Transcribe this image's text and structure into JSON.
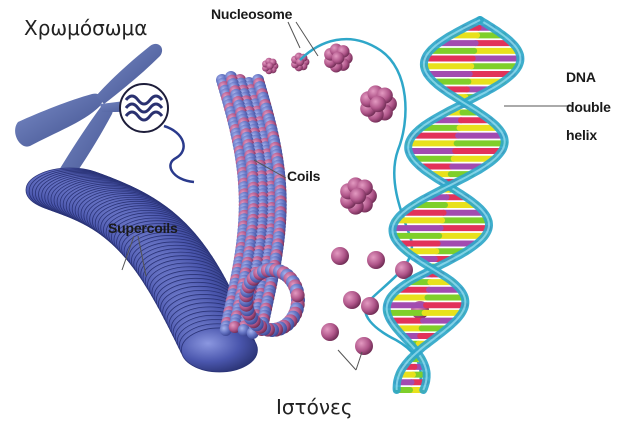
{
  "labels": {
    "chromosome": "Χρωμόσωμα",
    "nucleosome": "Nucleosome",
    "coils": "Coils",
    "supercoils": "Supercoils",
    "dna_line1": "DNA",
    "dna_line2": "double",
    "dna_line3": "helix",
    "histones": "Ιστόνες"
  },
  "colors": {
    "chromosome": "#5a6fae",
    "supercoil": "#5561b8",
    "coil_blue": "#6a7fc6",
    "histone": "#b45a8a",
    "dna_backbone": "#2fa7c9",
    "rung_colors": [
      "#e8e11c",
      "#a24bb0",
      "#7fcf2a",
      "#e2325a"
    ]
  }
}
